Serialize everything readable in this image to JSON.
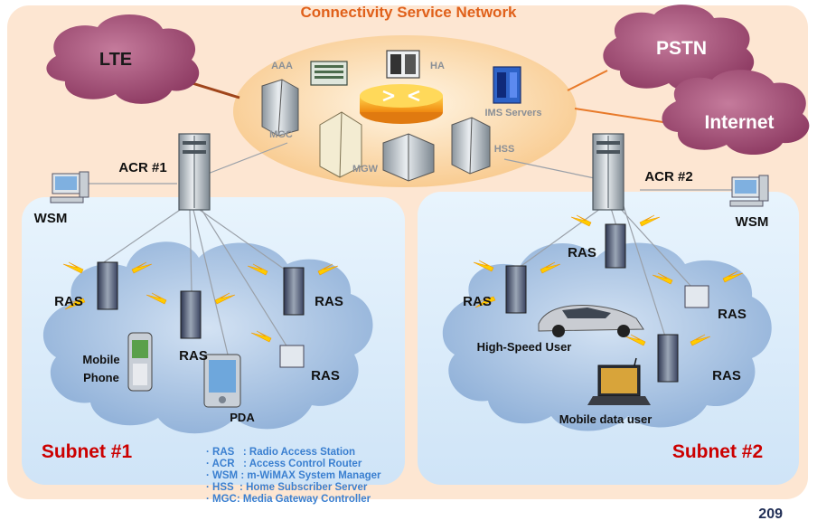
{
  "title": "Connectivity Service Network",
  "clouds": {
    "lte": "LTE",
    "pstn": "PSTN",
    "internet": "Internet"
  },
  "core_nodes": {
    "aaa": "AAA",
    "ha": "HA",
    "mgc": "MGC",
    "ims": "IMS Servers",
    "mgw": "MGW",
    "hss": "HSS"
  },
  "acr1": "ACR #1",
  "acr2": "ACR #2",
  "wsm": "WSM",
  "ras": "RAS",
  "devices": {
    "mobile_phone_line1": "Mobile",
    "mobile_phone_line2": "Phone",
    "pda": "PDA",
    "high_speed_user": "High-Speed User",
    "mobile_data_user": "Mobile data user"
  },
  "subnet1": "Subnet #1",
  "subnet2": "Subnet #2",
  "legend": [
    "· RAS   : Radio Access Station",
    "· ACR   : Access Control Router",
    "· WSM : m-WiMAX System Manager",
    "· HSS  : Home Subscriber Server",
    "· MGC: Media Gateway Controller"
  ],
  "page_number": "209",
  "colors": {
    "title": "#e0601a",
    "subnet_label": "#cc0000",
    "outer_bg": "#fde6d2",
    "csn_ellipse": "#fbd7a6",
    "subnet_bg": "#d6eafa",
    "wireless_cloud": "#a9c3e3",
    "magenta_cloud": "#a8537a",
    "legend_text": "#3a7fd0"
  }
}
